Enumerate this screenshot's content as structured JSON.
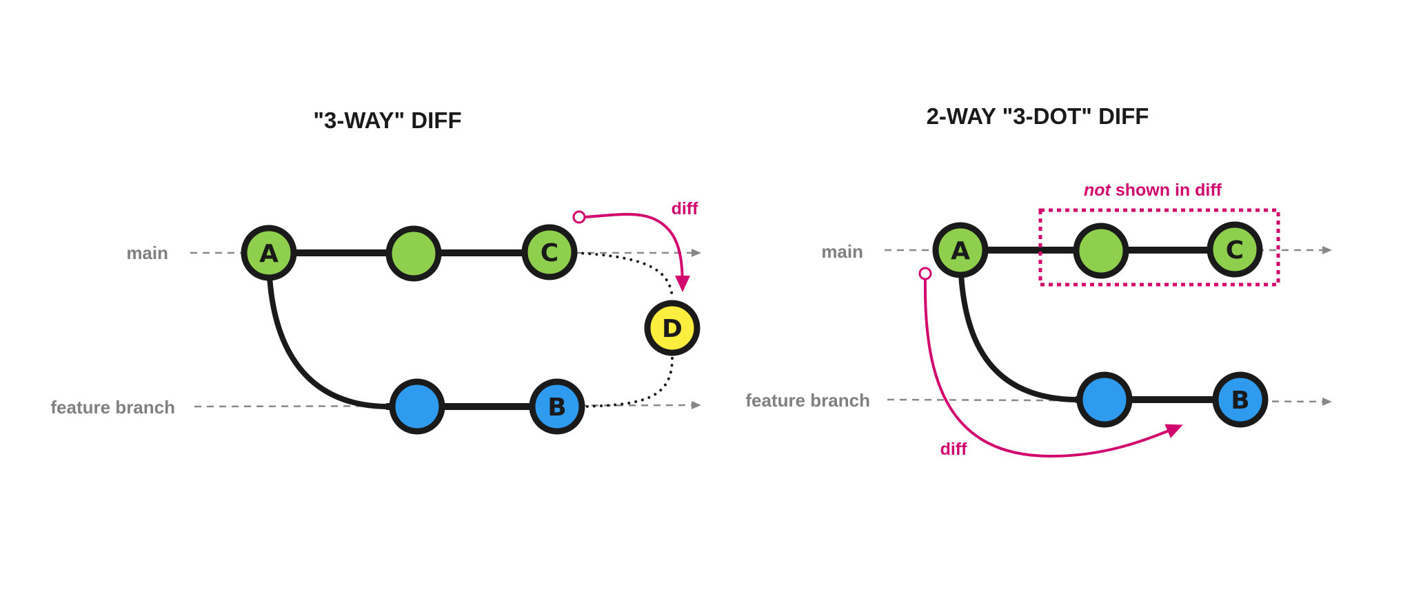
{
  "colors": {
    "main_commit": "#8ecf4d",
    "feature_commit": "#2e9bef",
    "merge_commit": "#fbee3f",
    "outline": "#1a1a1a",
    "accent": "#d1076e",
    "timeline": "#888888",
    "label": "#808080"
  },
  "left_panel": {
    "title": "\"3-WAY\" DIFF",
    "main_label": "main",
    "feature_label": "feature branch",
    "diff_label": "diff",
    "commits": {
      "a": "A",
      "main_mid": "",
      "c": "C",
      "feature_mid": "",
      "b": "B",
      "d": "D"
    }
  },
  "right_panel": {
    "title": "2-WAY \"3-DOT\" DIFF",
    "main_label": "main",
    "feature_label": "feature branch",
    "diff_label": "diff",
    "not_shown_emphasis": "not",
    "not_shown_rest": " shown in diff",
    "commits": {
      "a": "A",
      "main_mid": "",
      "c": "C",
      "feature_mid": "",
      "b": "B"
    }
  }
}
